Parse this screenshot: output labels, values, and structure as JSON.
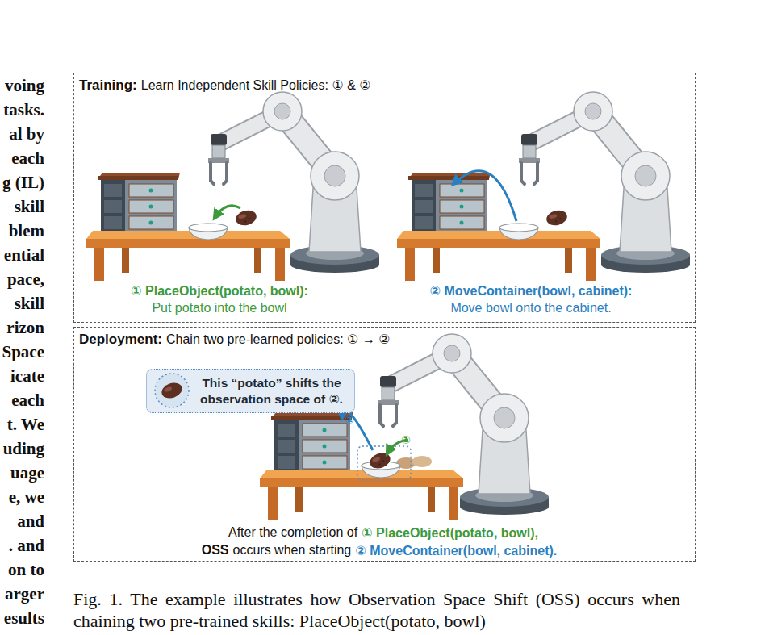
{
  "diagram": {
    "caption": "Fig. 1. The example illustrates how Observation Space Shift (OSS) occurs when chaining two pre-trained skills: PlaceObject(potato, bowl)",
    "nodes": [
      {
        "text": [
          "Training:",
          "Learn Independent Skill Policies: ① & ②"
        ]
      },
      {
        "text": [
          "Deployment:",
          "Chain two pre-learned policies: ① → ②"
        ]
      },
      {
        "text": [
          "This “potato” shifts the observation space of ②."
        ],
        "in": 1
      }
    ],
    "labels": [
      "① PlaceObject(potato, bowl):",
      "Put potato into the bowl",
      "② MoveContainer(bowl, cabinet):",
      "Move bowl onto the cabinet.",
      "②",
      "①",
      "After the completion of",
      "① PlaceObject(potato, bowl),",
      "OSS",
      "occurs when starting",
      "② MoveContainer(bowl, cabinet).",
      "voing",
      "tasks.",
      "al by",
      "each",
      "g (IL)",
      "skill",
      "blem",
      "ential",
      "pace,",
      "skill",
      "rizon",
      "Space",
      "icate",
      "each",
      "t. We",
      "uding",
      "uage",
      "e, we",
      "and",
      ". and",
      "on to",
      "arger",
      "esults"
    ]
  }
}
